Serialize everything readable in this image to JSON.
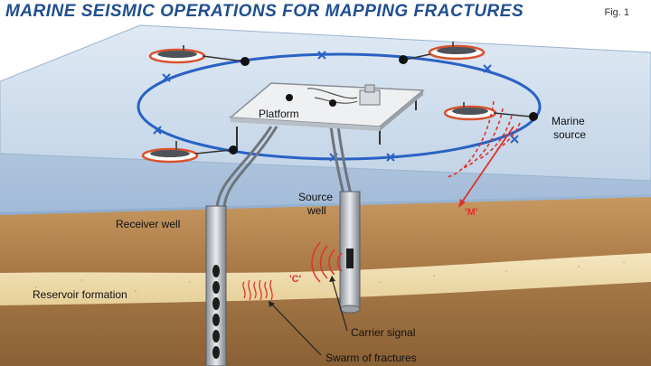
{
  "header": {
    "title": "Marine seismic operations for mapping fractures",
    "fig_label": "Fig. 1"
  },
  "labels": {
    "platform": "Platform",
    "marine_source_line1": "Marine",
    "marine_source_line2": "source",
    "source_well_line1": "Source",
    "source_well_line2": "well",
    "receiver_well": "Receiver well",
    "reservoir_formation": "Reservoir formation",
    "carrier_signal": "Carrier signal",
    "swarm_of_fractures": "Swarm of fractures",
    "wave_m": "'M'",
    "wave_c": "'C'"
  },
  "colors": {
    "sea_surface": "#c9d9ea",
    "water": "#9fbbd8",
    "rock": "#b7864f",
    "reservoir": "#f1dfb0",
    "ring": "#2a62c4",
    "wave": "#e0322c",
    "title": "#1f4f8f"
  }
}
